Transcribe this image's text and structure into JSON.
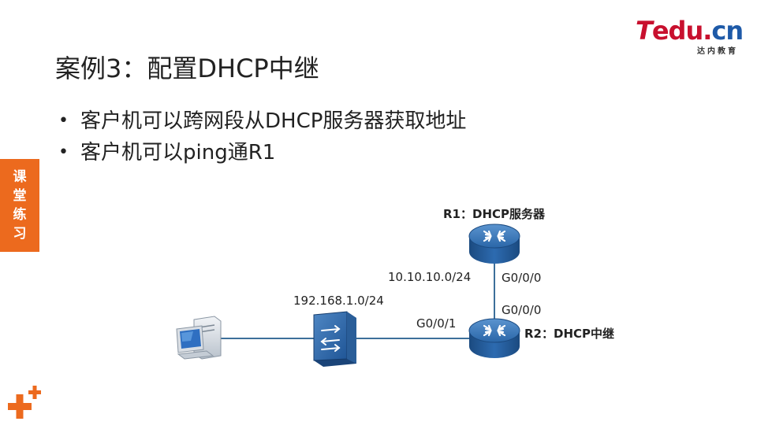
{
  "logo": {
    "text_t": "T",
    "text_edu": "edu",
    "text_dot": ".",
    "text_cn": "cn",
    "subtitle": "达内教育"
  },
  "title": "案例3：配置DHCP中继",
  "bullets": [
    "客户机可以跨网段从DHCP服务器获取地址",
    "客户机可以ping通R1"
  ],
  "bullet_symbol": "•",
  "side_tab": [
    "课",
    "堂",
    "练",
    "习"
  ],
  "diagram": {
    "r1_label": "R1：DHCP服务器",
    "r2_label": "R2：DHCP中继",
    "subnet_r1_r2": "10.10.10.0/24",
    "r1_interface": "G0/0/0",
    "r2_interface_up": "G0/0/0",
    "r2_interface_left": "G0/0/1",
    "subnet_lan": "192.168.1.0/24"
  },
  "colors": {
    "accent_orange": "#ec6a1e",
    "router_blue": "#1f5fa3",
    "link_blue": "#3d6f9a",
    "logo_red": "#c8102e",
    "logo_blue": "#1e5aa8"
  }
}
